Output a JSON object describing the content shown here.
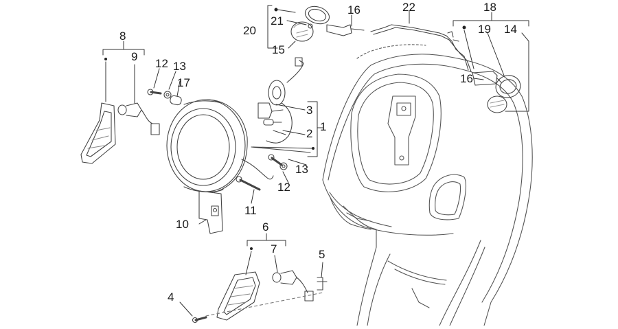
{
  "diagram": {
    "labels": {
      "n1": "1",
      "n2": "2",
      "n3": "3",
      "n4": "4",
      "n5": "5",
      "n6": "6",
      "n7": "7",
      "n8": "8",
      "n9": "9",
      "n10": "10",
      "n11": "11",
      "n12a": "12",
      "n12b": "12",
      "n13a": "13",
      "n13b": "13",
      "n14": "14",
      "n15": "15",
      "n16a": "16",
      "n16b": "16",
      "n17": "17",
      "n18": "18",
      "n19": "19",
      "n20": "20",
      "n21": "21",
      "n22": "22"
    }
  }
}
